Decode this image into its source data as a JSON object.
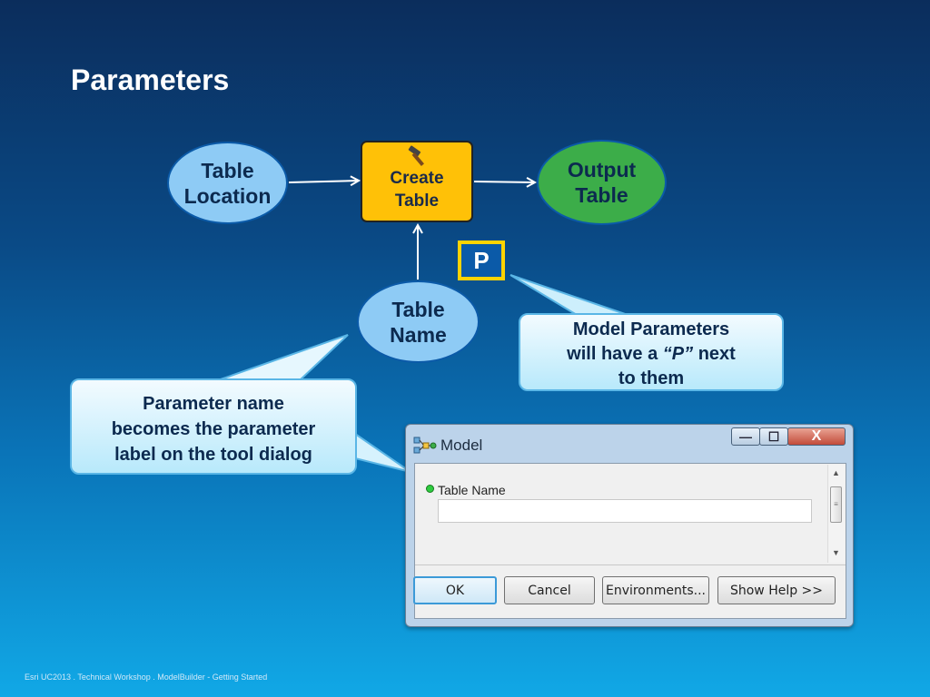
{
  "slide": {
    "title": "Parameters",
    "footer": "Esri UC2013 . Technical Workshop . ModelBuilder - Getting Started"
  },
  "diagram": {
    "table_location": [
      "Table",
      "Location"
    ],
    "create_table": [
      "Create",
      "Table"
    ],
    "output_table": [
      "Output",
      "Table"
    ],
    "table_name": [
      "Table",
      "Name"
    ],
    "parameter_marker": "P"
  },
  "callouts": {
    "right": [
      "Model Parameters",
      "will have a",
      "“P”",
      "next",
      "to them"
    ],
    "left": [
      "Parameter name",
      "becomes the parameter",
      "label on the tool dialog"
    ]
  },
  "dialog": {
    "title": "Model",
    "window_buttons": {
      "minimize": "—",
      "maximize": "☐",
      "close": "X"
    },
    "parameter_label": "Table Name",
    "parameter_value": "",
    "buttons": {
      "ok": "OK",
      "cancel": "Cancel",
      "environments": "Environments...",
      "show_help": "Show Help >>"
    }
  },
  "colors": {
    "input_ellipse": "#8ecbf5",
    "tool_box": "#ffc107",
    "output_ellipse": "#3cad49",
    "marker_border": "#ffd300"
  },
  "icons": {
    "tool": "hammer-icon",
    "dialog": "model-icon",
    "required": "green-dot-icon"
  }
}
